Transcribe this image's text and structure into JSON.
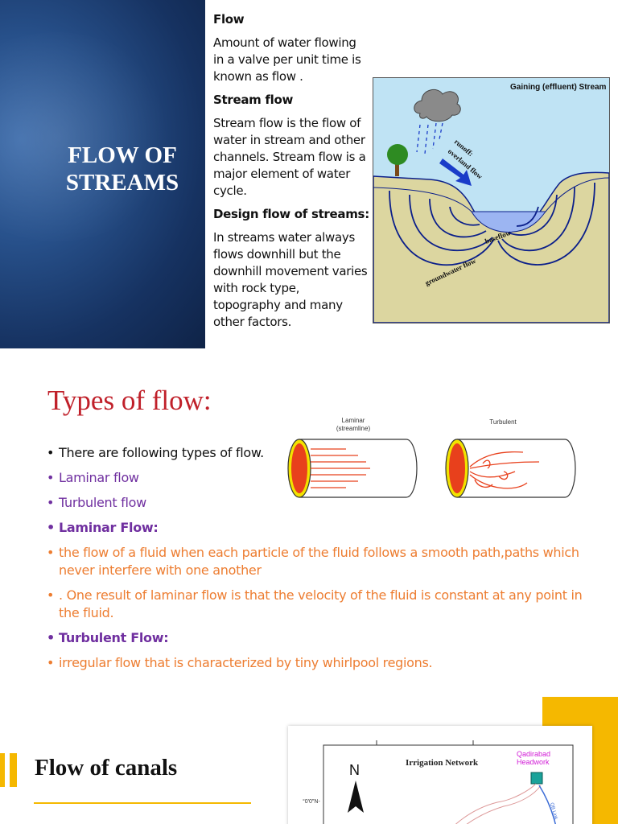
{
  "slide1": {
    "title": "FLOW OF STREAMS",
    "sections": [
      {
        "heading": "Flow",
        "text": "Amount of water flowing in a valve per unit  time is known as flow ."
      },
      {
        "heading": "Stream flow",
        "text": "Stream flow is the flow of water in stream and other channels. Stream flow  is a major element of water cycle."
      },
      {
        "heading": "Design flow of streams:",
        "text": "In streams water always flows downhill but the downhill movement varies with rock type, topography and many other factors."
      }
    ],
    "diagram": {
      "title": "Gaining (effluent) Stream",
      "labels": {
        "runoff": "runoff:",
        "overland": "overland flow",
        "baseflow": "baseflow",
        "groundwater": "groundwater flow"
      },
      "colors": {
        "sky": "#bfe3f4",
        "ground": "#dcd6a0",
        "water": "#9cb5f2",
        "arrows": "#0b1f8a"
      }
    }
  },
  "slide2": {
    "title": "Types of flow:",
    "bullets": [
      {
        "text": "There are following types of flow.",
        "style": "black"
      },
      {
        "text": "Laminar flow",
        "style": "purple"
      },
      {
        "text": "Turbulent flow",
        "style": "purple"
      },
      {
        "text": "Laminar Flow:",
        "style": "purple-bold"
      },
      {
        "text": " the flow of a fluid when each particle of the fluid follows a smooth path,paths which never interfere with one another",
        "style": "orange"
      },
      {
        "text": ". One result of laminar flow is that the velocity of the fluid is constant at any point in the fluid.",
        "style": "orange"
      },
      {
        "text": "Turbulent Flow:",
        "style": "purple-bold"
      },
      {
        "text": "irregular flow that is characterized by tiny whirlpool regions.",
        "style": "orange"
      }
    ],
    "pipes": {
      "laminar_label": "Laminar",
      "laminar_sub": "(streamline)",
      "turbulent_label": "Turbulent"
    }
  },
  "slide3": {
    "title": "Flow of canals",
    "map": {
      "title": "Irrigation Network",
      "north": "N",
      "headwork": "Qadirabad\nHeadwork",
      "coord": "°0'0\"N-",
      "canal": "QB Link"
    },
    "accent": "#f5b800"
  }
}
